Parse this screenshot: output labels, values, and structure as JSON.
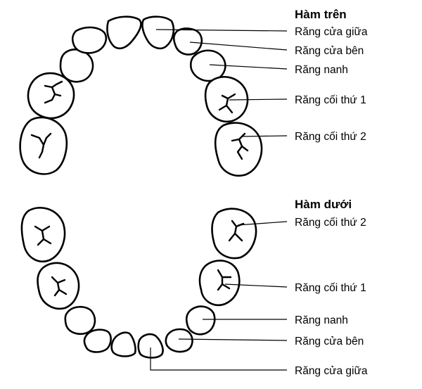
{
  "upper_jaw": {
    "title": "Hàm trên",
    "labels": [
      "Răng cửa giữa",
      "Răng cửa bên",
      "Răng nanh",
      "Răng cối thứ 1",
      "Răng cối thứ 2"
    ]
  },
  "lower_jaw": {
    "title": "Hàm dưới",
    "labels": [
      "Răng cối thứ 2",
      "Răng cối thứ 1",
      "Răng nanh",
      "Răng cửa bên",
      "Răng cửa giữa"
    ]
  }
}
